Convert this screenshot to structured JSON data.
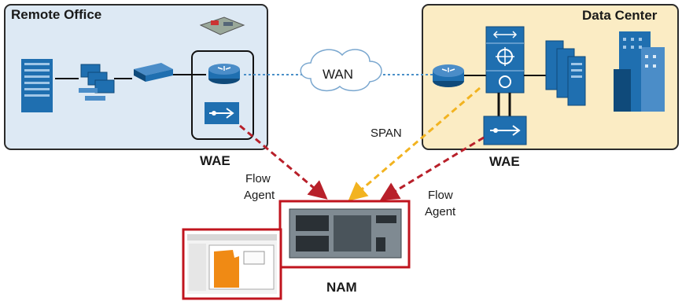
{
  "regions": {
    "remote_office": "Remote Office",
    "data_center": "Data Center"
  },
  "labels": {
    "wan": "WAN",
    "span": "SPAN",
    "wae_left": "WAE",
    "wae_right": "WAE",
    "flow_agent_left_1": "Flow",
    "flow_agent_left_2": "Agent",
    "flow_agent_right_1": "Flow",
    "flow_agent_right_2": "Agent",
    "nam": "NAM"
  },
  "colors": {
    "device_blue": "#1f6fb0",
    "remote_office_fill": "#dde9f4",
    "data_center_fill": "#fbecc4",
    "region_border": "#2b2b2b",
    "flow_arrow": "#b8202a",
    "span_arrow": "#f2b320",
    "wan_link": "#4a90c8",
    "nam_border": "#c0141e"
  }
}
